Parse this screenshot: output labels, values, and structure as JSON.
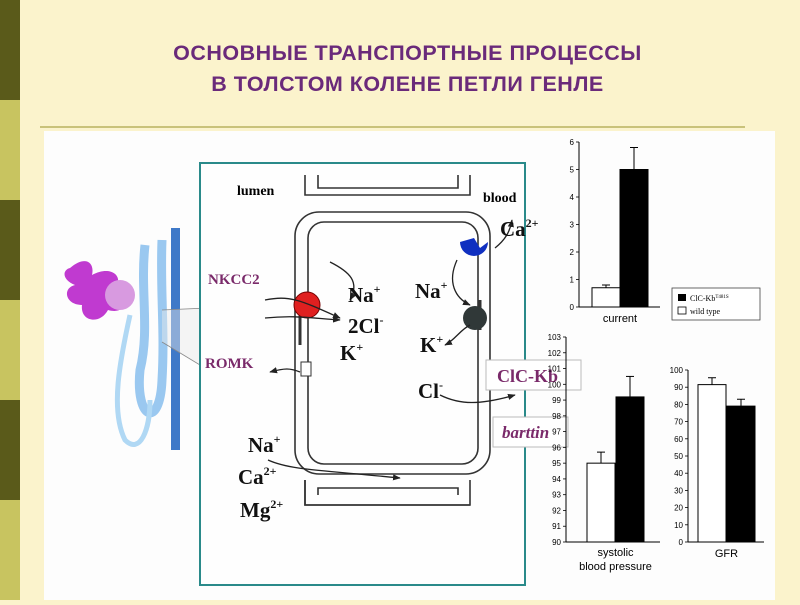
{
  "slide": {
    "title_line1": "ОСНОВНЫЕ ТРАНСПОРТНЫЕ ПРОЦЕССЫ",
    "title_line2": "В ТОЛСТОМ КОЛЕНЕ ПЕТЛИ ГЕНЛЕ",
    "colors": {
      "background": "#fbf3cc",
      "title": "#6a2a7a",
      "sidebar_dark": "#5a5a1a",
      "sidebar_light": "#c8c460",
      "label_purple": "#7a2a6a",
      "box_border": "#2a8a8a",
      "nkcc2_marker": "#e02020",
      "clc_marker": "#303838",
      "ca_channel": "#1030c0"
    }
  },
  "diagram": {
    "lumen_label": "lumen",
    "blood_label": "blood",
    "nkcc2_label": "NKCC2",
    "romk_label": "ROMK",
    "clckb_label": "ClC-Kb",
    "barttin_label": "barttin",
    "ions": {
      "na": "Na",
      "cl": "Cl",
      "k": "K",
      "ca": "Ca",
      "mg": "Mg",
      "two_cl": "2Cl",
      "plus": "+",
      "minus": "-",
      "two_plus": "2+"
    }
  },
  "charts_labels": {
    "legend_mutant": "ClC-Kb",
    "legend_mutant_sup": "T481S",
    "legend_wildtype": "wild type"
  },
  "chart_data": [
    {
      "type": "bar",
      "categories": [
        "current"
      ],
      "series": [
        {
          "name": "wild type",
          "values": [
            0.7
          ],
          "errors": [
            0.1
          ]
        },
        {
          "name": "ClC-Kb T481S",
          "values": [
            5.0
          ],
          "errors": [
            0.8
          ]
        }
      ],
      "ylim": [
        0,
        6
      ],
      "yticks": [
        "0",
        "1",
        "2",
        "3",
        "4",
        "5",
        "6"
      ],
      "xlabel": "current",
      "legend": "right"
    },
    {
      "type": "bar",
      "categories": [
        "systolic blood pressure"
      ],
      "series": [
        {
          "name": "wild type",
          "values": [
            95
          ],
          "errors": [
            0.7
          ]
        },
        {
          "name": "ClC-Kb T481S",
          "values": [
            99.2
          ],
          "errors": [
            1.3
          ]
        }
      ],
      "ylim": [
        90,
        103
      ],
      "yticks": [
        "90",
        "91",
        "92",
        "93",
        "94",
        "95",
        "96",
        "97",
        "98",
        "99",
        "100",
        "101",
        "102",
        "103"
      ],
      "xlabel_line1": "systolic",
      "xlabel_line2": "blood pressure"
    },
    {
      "type": "bar",
      "categories": [
        "GFR"
      ],
      "series": [
        {
          "name": "wild type",
          "values": [
            91.5
          ],
          "errors": [
            4
          ]
        },
        {
          "name": "ClC-Kb T481S",
          "values": [
            79
          ],
          "errors": [
            4
          ]
        }
      ],
      "ylim": [
        0,
        100
      ],
      "yticks": [
        "0",
        "10",
        "20",
        "30",
        "40",
        "50",
        "60",
        "70",
        "80",
        "90",
        "100"
      ],
      "xlabel": "GFR"
    }
  ]
}
